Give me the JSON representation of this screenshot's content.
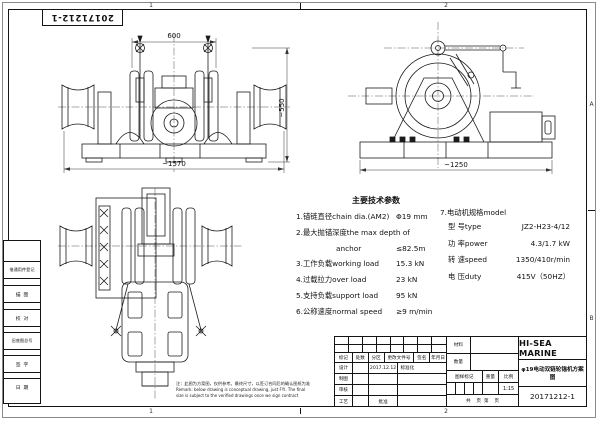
{
  "sheet": {
    "stamp": "20171212-1",
    "zones": {
      "top1": "1",
      "top2": "2",
      "bottom1": "1",
      "bottom2": "2",
      "rightA": "A",
      "rightB": "B"
    }
  },
  "views": {
    "front": {
      "dim_top": "600",
      "dim_bottom": "~1570",
      "dim_side": "~550"
    },
    "side": {
      "dim_bottom": "~1250"
    }
  },
  "specs": {
    "title": "主要技术参数",
    "rows": [
      {
        "label": "1.锚链直径chain dia.(AM2)",
        "value": "Φ19  mm"
      },
      {
        "label": "2.最大抛锚深度the max depth of",
        "value": ""
      },
      {
        "label": "anchor",
        "value": "≤82.5m"
      },
      {
        "label": "3.工作负载working load",
        "value": "15.3 kN"
      },
      {
        "label": "4.过载拉力over load",
        "value": "23 kN"
      },
      {
        "label": "5.支持负载support load",
        "value": "95 kN"
      },
      {
        "label": "6.公称速度normal speed",
        "value": "≥9  m/min"
      }
    ],
    "motor": {
      "header": "7.电动机规格model",
      "rows": [
        {
          "label": "型 号type",
          "value": "JZ2-H23-4/12"
        },
        {
          "label": "功 率power",
          "value": "4.3/1.7 kW"
        },
        {
          "label": "转 速speed",
          "value": "1350/410r/min"
        },
        {
          "label": "电 压duty",
          "value": "415V（50HZ）"
        }
      ]
    }
  },
  "remark": {
    "line1": "注：此图为方案图，仅供参考。最终尺寸，以签订合同后的确认图纸为准",
    "line2": "Remark: below drawing is conceptual drawing, just FYI. The final",
    "line3": "size is subject to the verified drawings once we sign contract"
  },
  "margin_strip": {
    "labels": [
      "借通用件登记",
      "描图",
      "校对",
      "旧底图总号",
      "签字",
      "日期"
    ]
  },
  "title_block": {
    "company": "HI-SEA MARINE",
    "drawing_title": "φ19电动双链轮锚机方案图",
    "drawing_number": "20171212-1",
    "material_label": "材料",
    "quantity_label": "数量",
    "mark_label": "图样标记",
    "weight_label": "重量",
    "scale_label": "比例",
    "scale_value": "1:15",
    "pages_label": "共    页  第    页",
    "rev_headers": [
      "标记",
      "处数",
      "分区",
      "更改文件号",
      "签名",
      "年月日"
    ],
    "sign_rows": [
      {
        "label": "设计",
        "date": "2017.12.12",
        "right": "标准化"
      },
      {
        "label": "制图",
        "date": "",
        "right": ""
      },
      {
        "label": "审核",
        "date": "",
        "right": ""
      },
      {
        "label": "工艺",
        "date": "批准",
        "right": ""
      }
    ]
  }
}
